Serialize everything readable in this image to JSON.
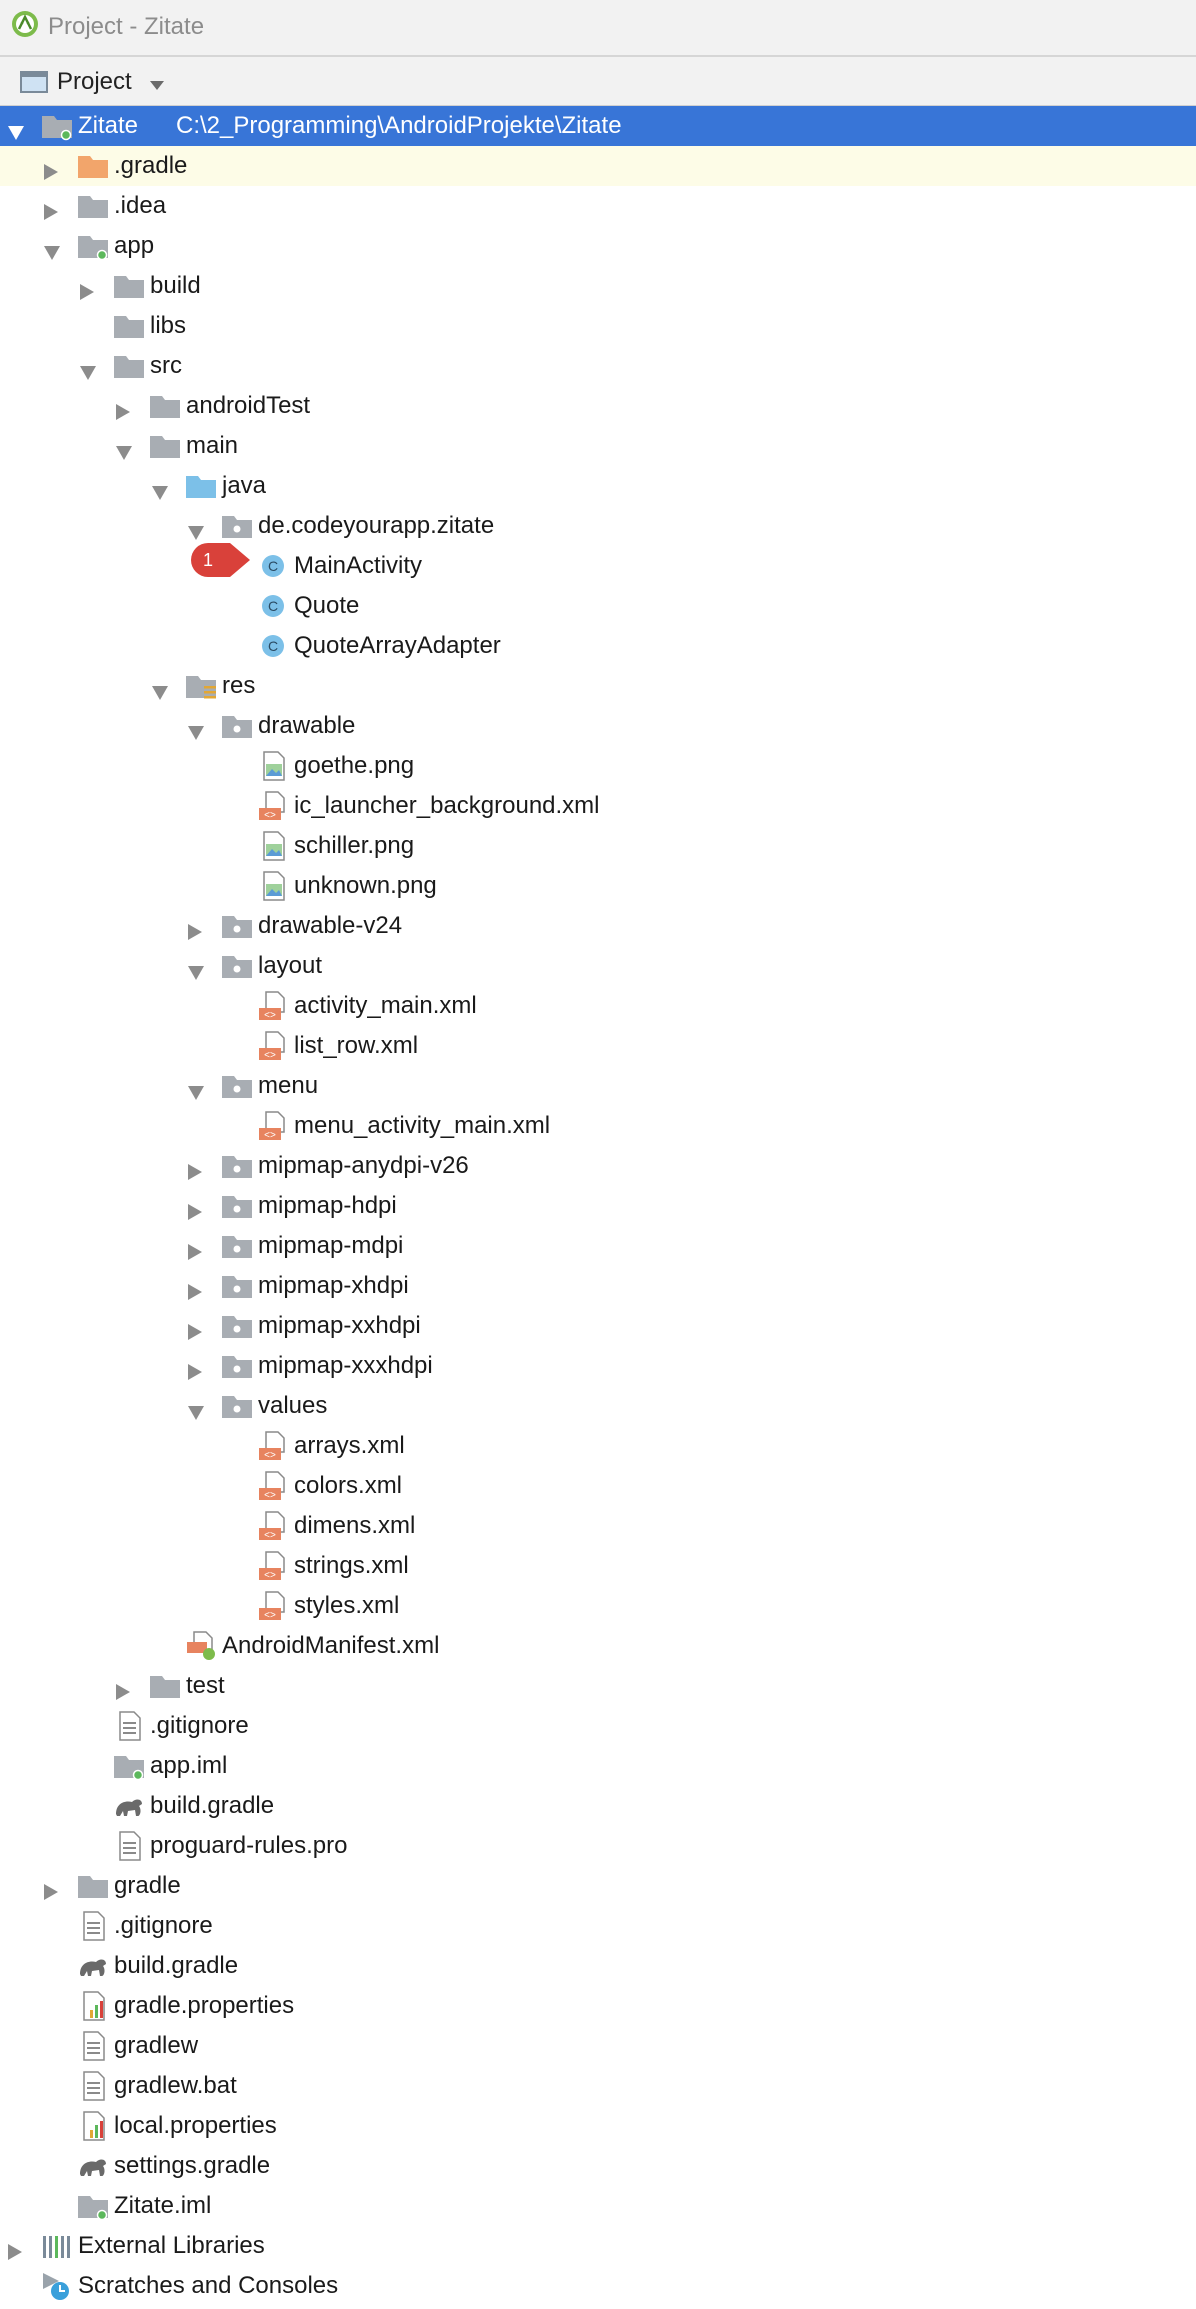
{
  "window": {
    "title": "Project - Zitate"
  },
  "toolbar": {
    "view_label": "Project"
  },
  "marker": {
    "label": "1"
  },
  "tree": [
    {
      "label": "Zitate",
      "path": "C:\\2_Programming\\AndroidProjekte\\Zitate",
      "level": 0,
      "arrow": "expanded",
      "icon": "module-folder-icon",
      "selected": true
    },
    {
      "label": ".gradle",
      "level": 1,
      "arrow": "collapsed",
      "icon": "folder-orange-icon",
      "highlighted": true
    },
    {
      "label": ".idea",
      "level": 1,
      "arrow": "collapsed",
      "icon": "folder-icon"
    },
    {
      "label": "app",
      "level": 1,
      "arrow": "expanded",
      "icon": "module-folder-icon"
    },
    {
      "label": "build",
      "level": 2,
      "arrow": "collapsed",
      "icon": "folder-icon"
    },
    {
      "label": "libs",
      "level": 2,
      "arrow": "none",
      "icon": "folder-icon"
    },
    {
      "label": "src",
      "level": 2,
      "arrow": "expanded",
      "icon": "folder-icon"
    },
    {
      "label": "androidTest",
      "level": 3,
      "arrow": "collapsed",
      "icon": "folder-icon"
    },
    {
      "label": "main",
      "level": 3,
      "arrow": "expanded",
      "icon": "folder-icon"
    },
    {
      "label": "java",
      "level": 4,
      "arrow": "expanded",
      "icon": "source-folder-icon"
    },
    {
      "label": "de.codeyourapp.zitate",
      "level": 5,
      "arrow": "expanded",
      "icon": "package-icon"
    },
    {
      "label": "MainActivity",
      "level": 6,
      "arrow": "none",
      "icon": "class-icon"
    },
    {
      "label": "Quote",
      "level": 6,
      "arrow": "none",
      "icon": "class-icon"
    },
    {
      "label": "QuoteArrayAdapter",
      "level": 6,
      "arrow": "none",
      "icon": "class-icon"
    },
    {
      "label": "res",
      "level": 4,
      "arrow": "expanded",
      "icon": "resource-folder-icon"
    },
    {
      "label": "drawable",
      "level": 5,
      "arrow": "expanded",
      "icon": "package-icon"
    },
    {
      "label": "goethe.png",
      "level": 6,
      "arrow": "none",
      "icon": "image-file-icon"
    },
    {
      "label": "ic_launcher_background.xml",
      "level": 6,
      "arrow": "none",
      "icon": "xml-file-icon"
    },
    {
      "label": "schiller.png",
      "level": 6,
      "arrow": "none",
      "icon": "image-file-icon"
    },
    {
      "label": "unknown.png",
      "level": 6,
      "arrow": "none",
      "icon": "image-file-icon"
    },
    {
      "label": "drawable-v24",
      "level": 5,
      "arrow": "collapsed",
      "icon": "package-icon"
    },
    {
      "label": "layout",
      "level": 5,
      "arrow": "expanded",
      "icon": "package-icon"
    },
    {
      "label": "activity_main.xml",
      "level": 6,
      "arrow": "none",
      "icon": "xml-file-icon"
    },
    {
      "label": "list_row.xml",
      "level": 6,
      "arrow": "none",
      "icon": "xml-file-icon"
    },
    {
      "label": "menu",
      "level": 5,
      "arrow": "expanded",
      "icon": "package-icon"
    },
    {
      "label": "menu_activity_main.xml",
      "level": 6,
      "arrow": "none",
      "icon": "xml-file-icon"
    },
    {
      "label": "mipmap-anydpi-v26",
      "level": 5,
      "arrow": "collapsed",
      "icon": "package-icon"
    },
    {
      "label": "mipmap-hdpi",
      "level": 5,
      "arrow": "collapsed",
      "icon": "package-icon"
    },
    {
      "label": "mipmap-mdpi",
      "level": 5,
      "arrow": "collapsed",
      "icon": "package-icon"
    },
    {
      "label": "mipmap-xhdpi",
      "level": 5,
      "arrow": "collapsed",
      "icon": "package-icon"
    },
    {
      "label": "mipmap-xxhdpi",
      "level": 5,
      "arrow": "collapsed",
      "icon": "package-icon"
    },
    {
      "label": "mipmap-xxxhdpi",
      "level": 5,
      "arrow": "collapsed",
      "icon": "package-icon"
    },
    {
      "label": "values",
      "level": 5,
      "arrow": "expanded",
      "icon": "package-icon"
    },
    {
      "label": "arrays.xml",
      "level": 6,
      "arrow": "none",
      "icon": "xml-file-icon"
    },
    {
      "label": "colors.xml",
      "level": 6,
      "arrow": "none",
      "icon": "xml-file-icon"
    },
    {
      "label": "dimens.xml",
      "level": 6,
      "arrow": "none",
      "icon": "xml-file-icon"
    },
    {
      "label": "strings.xml",
      "level": 6,
      "arrow": "none",
      "icon": "xml-file-icon"
    },
    {
      "label": "styles.xml",
      "level": 6,
      "arrow": "none",
      "icon": "xml-file-icon"
    },
    {
      "label": "AndroidManifest.xml",
      "level": 4,
      "arrow": "none",
      "icon": "manifest-file-icon"
    },
    {
      "label": "test",
      "level": 3,
      "arrow": "collapsed",
      "icon": "folder-icon"
    },
    {
      "label": ".gitignore",
      "level": 2,
      "arrow": "none",
      "icon": "text-file-icon"
    },
    {
      "label": "app.iml",
      "level": 2,
      "arrow": "none",
      "icon": "module-file-icon"
    },
    {
      "label": "build.gradle",
      "level": 2,
      "arrow": "none",
      "icon": "gradle-file-icon"
    },
    {
      "label": "proguard-rules.pro",
      "level": 2,
      "arrow": "none",
      "icon": "text-file-icon"
    },
    {
      "label": "gradle",
      "level": 1,
      "arrow": "collapsed",
      "icon": "folder-icon"
    },
    {
      "label": ".gitignore",
      "level": 1,
      "arrow": "none",
      "icon": "text-file-icon"
    },
    {
      "label": "build.gradle",
      "level": 1,
      "arrow": "none",
      "icon": "gradle-file-icon"
    },
    {
      "label": "gradle.properties",
      "level": 1,
      "arrow": "none",
      "icon": "properties-file-icon"
    },
    {
      "label": "gradlew",
      "level": 1,
      "arrow": "none",
      "icon": "text-file-icon"
    },
    {
      "label": "gradlew.bat",
      "level": 1,
      "arrow": "none",
      "icon": "text-file-icon"
    },
    {
      "label": "local.properties",
      "level": 1,
      "arrow": "none",
      "icon": "properties-file-icon"
    },
    {
      "label": "settings.gradle",
      "level": 1,
      "arrow": "none",
      "icon": "gradle-file-icon"
    },
    {
      "label": "Zitate.iml",
      "level": 1,
      "arrow": "none",
      "icon": "module-file-icon"
    },
    {
      "label": "External Libraries",
      "level": 0,
      "arrow": "collapsed",
      "icon": "libraries-icon"
    },
    {
      "label": "Scratches and Consoles",
      "level": 0,
      "arrow": "none",
      "icon": "scratches-icon"
    }
  ],
  "colors": {
    "selection": "#3875d7",
    "highlight_row": "#fdfce7",
    "folder": "#a8adb3",
    "source_folder": "#7cc0e8",
    "orange_folder": "#f2a56b",
    "class_badge": "#7cc0e8",
    "xml_badge": "#e7835f",
    "marker": "#d9413a"
  }
}
